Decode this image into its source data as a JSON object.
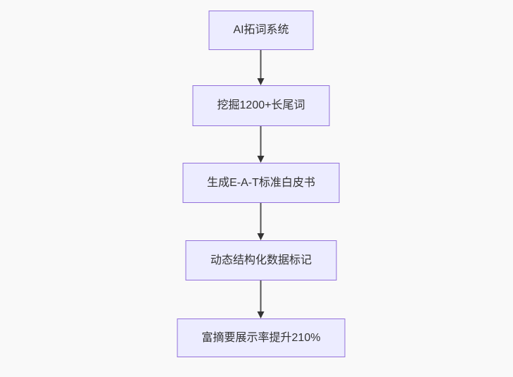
{
  "diagram": {
    "type": "flowchart",
    "direction": "top-down",
    "background_color": "#f9f9f9",
    "node_fill_color": "#ececff",
    "node_border_color": "#9370db",
    "edge_line_color": "#555555",
    "arrowhead_color": "#333333",
    "text_color": "#333333",
    "nodes": [
      {
        "label": "AI拓词系统"
      },
      {
        "label": "挖掘1200+长尾词"
      },
      {
        "label": "生成E-A-T标准白皮书"
      },
      {
        "label": "动态结构化数据标记"
      },
      {
        "label": "富摘要展示率提升210%"
      }
    ],
    "edges": [
      {
        "from": "AI拓词系统",
        "to": "挖掘1200+长尾词"
      },
      {
        "from": "挖掘1200+长尾词",
        "to": "生成E-A-T标准白皮书"
      },
      {
        "from": "生成E-A-T标准白皮书",
        "to": "动态结构化数据标记"
      },
      {
        "from": "动态结构化数据标记",
        "to": "富摘要展示率提升210%"
      }
    ]
  }
}
